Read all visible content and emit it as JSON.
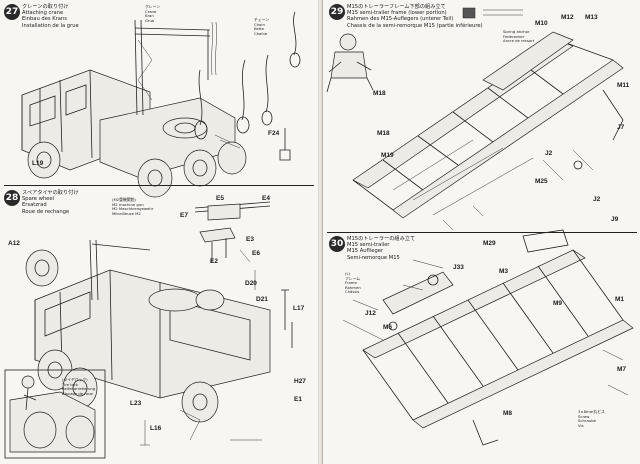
{
  "steps": {
    "s27": {
      "number": "27",
      "title": "クレーンの取り付け\nAttaching crane\nEinbau des Krans\nInstallation de la grue"
    },
    "s28": {
      "number": "28",
      "title": "スペアタイヤの取り付け\nSpare wheel\nErsatzrad\nRoue de rechange"
    },
    "s29": {
      "number": "29",
      "title": "M15のトレーラーフレーム下部の組み立て\nM15 semi-trailer frame (lower portion)\nRahmen des M15-Auflegers (unterer Teil)\nChassis de la semi-remorque M15 (partie inférieure)"
    },
    "s30": {
      "number": "30",
      "title": "M15のトレーラーの組み立て\nM15 semi-trailer\nM15 Auflieger\nSemi-remorque M15"
    }
  },
  "left_labels": {
    "l19": "L19",
    "a12": "A12",
    "e5": "E5",
    "e4": "E4",
    "e7": "E7",
    "e3": "E3",
    "e6": "E6",
    "e2": "E2",
    "d20": "D20",
    "d21": "D21",
    "l17": "L17",
    "l23": "L23",
    "l16": "L16",
    "h27": "H27",
    "e1": "E1",
    "f24": "F24"
  },
  "right_labels": {
    "m10": "M10",
    "m12": "M12",
    "m13": "M13",
    "m18a": "M18",
    "m18b": "M18",
    "m19": "M19",
    "m11": "M11",
    "m25": "M25",
    "j2a": "J2",
    "j2b": "J2",
    "j9": "J9",
    "j7": "J7",
    "m29": "M29",
    "j33": "J33",
    "m3": "M3",
    "m6": "M6",
    "m7": "M7",
    "m8": "M8",
    "j12": "J12",
    "m1": "M1",
    "m9": "M9"
  },
  "captions": {
    "crane_note": "クレーン\nCrane\nKran\nGrue",
    "chain_note": "チェーン\nChain\nKette\nChaîne",
    "mg_note": "(M2重機関銃)\nM2 machine gun\nM2 Maschinengewehr\nMitrailleuse M2",
    "tire_note": "(タイヤロック)\nTire lock\nReifenarretierung\nBlocage de roue",
    "spring_note": "Spring anchor\nFederanker\nAncre de ressort",
    "frame_note": "(L)\nフレーム\nFrame\nRahmen\nChâssis",
    "screw_note": "3×8mm丸ビス\nScrew\nSchraube\nVis"
  }
}
